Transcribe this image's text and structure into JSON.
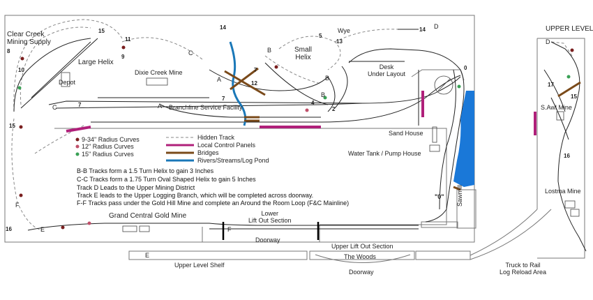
{
  "labels": {
    "upper_level_title": "UPPER LEVEL",
    "clear_creek": "Clear Creek\nMining Supply",
    "large_helix": "Large Helix",
    "depot": "Depot",
    "dixie_creek_mine": "Dixie Creek Mine",
    "small_helix": "Small\nHelix",
    "wye": "Wye",
    "desk": "Desk\nUnder Layout",
    "branchline_service": "Branchline Service Facility",
    "sand_house": "Sand House",
    "water_tank": "Water Tank / Pump House",
    "sawmill": "Sawmill",
    "zero_quoted": "\"0\"",
    "grand_central": "Grand Central Gold Mine",
    "lower_lift_out": "Lower\nLift Out Section",
    "doorway_lower": "Doorway",
    "upper_lift_out": "Upper Lift Out Section",
    "the_woods": "The Woods",
    "doorway_upper": "Doorway",
    "upper_level_shelf": "Upper Level Shelf",
    "truck_to_rail": "Truck to Rail\nLog Reload Area",
    "s_awl_mine": "S.Awl Mine",
    "lostma_mine": "Lostma Mine"
  },
  "track_letters": {
    "a1": "A",
    "a2": "A",
    "b1": "B",
    "b2": "B",
    "b3": "B",
    "c1": "C",
    "c2": "C",
    "d1": "D",
    "d2": "D",
    "e1": "E",
    "e2": "E",
    "f1": "F",
    "f2": "F"
  },
  "numbers": {
    "n15a": "15",
    "n11": "11",
    "n14a": "14",
    "n5": "5",
    "n13": "13",
    "n14b": "14",
    "n8": "8",
    "n9": "9",
    "n10": "10",
    "n7a": "7",
    "n12": "12",
    "n7b": "7",
    "n7c": "7",
    "n4": "4",
    "n2": "2",
    "n0": "0",
    "n15b": "15",
    "n16a": "16",
    "n17": "17",
    "n15c": "15",
    "n16b": "16"
  },
  "legend": {
    "radius_items": [
      {
        "label": "9-34\" Radius Curves",
        "color": "#7a1f1f"
      },
      {
        "label": "12\" Radius Curves",
        "color": "#c0506a"
      },
      {
        "label": "15\" Radius Curves",
        "color": "#3aa055"
      }
    ],
    "line_items": [
      {
        "label": "Hidden Track",
        "color": "#888888",
        "style": "dashed"
      },
      {
        "label": "Local Control Panels",
        "color": "#b0207a",
        "style": "thick"
      },
      {
        "label": "Bridges",
        "color": "#7a4a1a",
        "style": "thick"
      },
      {
        "label": "Rivers/Streams/Log Pond",
        "color": "#1a78b8",
        "style": "thick"
      }
    ]
  },
  "notes": [
    "B-B Tracks form a 1.5 Turn  Helix to gain 3  Inches",
    "C-C Tracks form a 1.75 Turn Oval Shaped Helix to gain 5 Inches",
    "Track D Leads to the Upper Mining District",
    "Track E leads to the Upper Logging Branch, which will be completed across doorway.",
    "F-F Tracks pass under the Gold Hill Mine and complete an Around the Room Loop (F&C Mainline)"
  ],
  "colors": {
    "track": "#222222",
    "hidden": "#888888",
    "panel": "#b0207a",
    "bridge": "#7a4a1a",
    "river": "#1a78b8",
    "pond": "#1a78d8",
    "benchwork": "#777777"
  }
}
